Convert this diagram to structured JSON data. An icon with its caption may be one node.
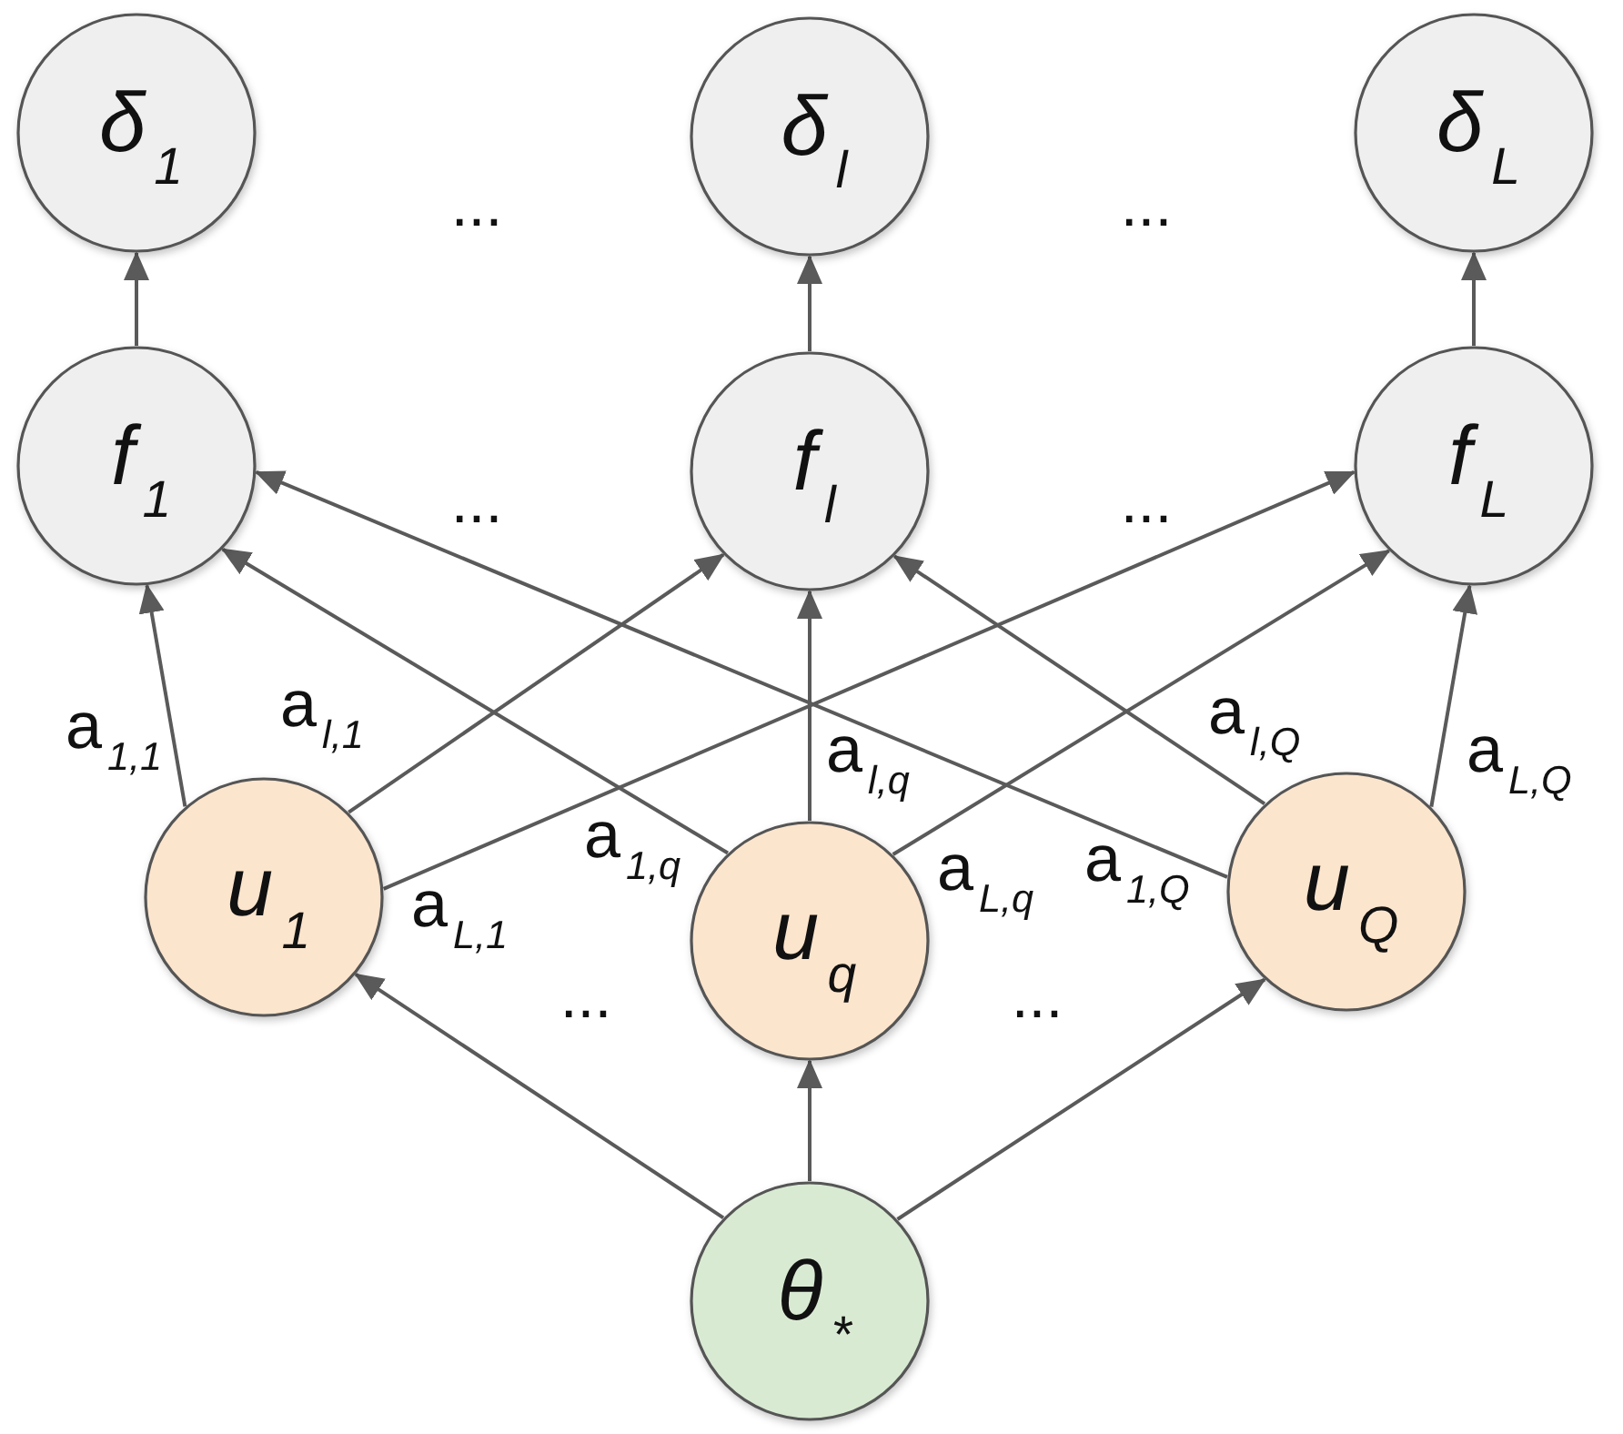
{
  "diagram": {
    "nodes": [
      {
        "text": [
          "δ$_{1}$"
        ]
      },
      {
        "text": [
          "δ$_{l}$"
        ]
      },
      {
        "text": [
          "δ$_{L}$"
        ]
      },
      {
        "text": [
          "f$_{1}$"
        ]
      },
      {
        "text": [
          "f$_{l}$"
        ]
      },
      {
        "text": [
          "f$_{L}$"
        ]
      },
      {
        "text": [
          "u$_{1}$"
        ]
      },
      {
        "text": [
          "u$_{q}$"
        ]
      },
      {
        "text": [
          "u$_{Q}$"
        ]
      },
      {
        "text": [
          "θ$_{*}$"
        ]
      }
    ],
    "edges": [
      {
        "from": 3,
        "to": 0,
        "arrow": "to"
      },
      {
        "from": 4,
        "to": 1,
        "arrow": "to"
      },
      {
        "from": 5,
        "to": 2,
        "arrow": "to"
      },
      {
        "from": 6,
        "to": 3,
        "arrow": "to",
        "label": "a$_{1,1}$"
      },
      {
        "from": 6,
        "to": 4,
        "arrow": "to",
        "label": "a$_{l,1}$"
      },
      {
        "from": 6,
        "to": 5,
        "arrow": "to",
        "label": "a$_{L,1}$"
      },
      {
        "from": 7,
        "to": 3,
        "arrow": "to",
        "label": "a$_{1,q}$"
      },
      {
        "from": 7,
        "to": 4,
        "arrow": "to",
        "label": "a$_{l,q}$"
      },
      {
        "from": 7,
        "to": 5,
        "arrow": "to",
        "label": "a$_{L,q}$"
      },
      {
        "from": 8,
        "to": 3,
        "arrow": "to",
        "label": "a$_{1,Q}$"
      },
      {
        "from": 8,
        "to": 4,
        "arrow": "to",
        "label": "a$_{l,Q}$"
      },
      {
        "from": 8,
        "to": 5,
        "arrow": "to",
        "label": "a$_{L,Q}$"
      },
      {
        "from": 9,
        "to": 6,
        "arrow": "to"
      },
      {
        "from": 9,
        "to": 7,
        "arrow": "to"
      },
      {
        "from": 9,
        "to": 8,
        "arrow": "to"
      }
    ],
    "labels": [
      "...",
      "...",
      "...",
      "...",
      "...",
      "..."
    ]
  }
}
